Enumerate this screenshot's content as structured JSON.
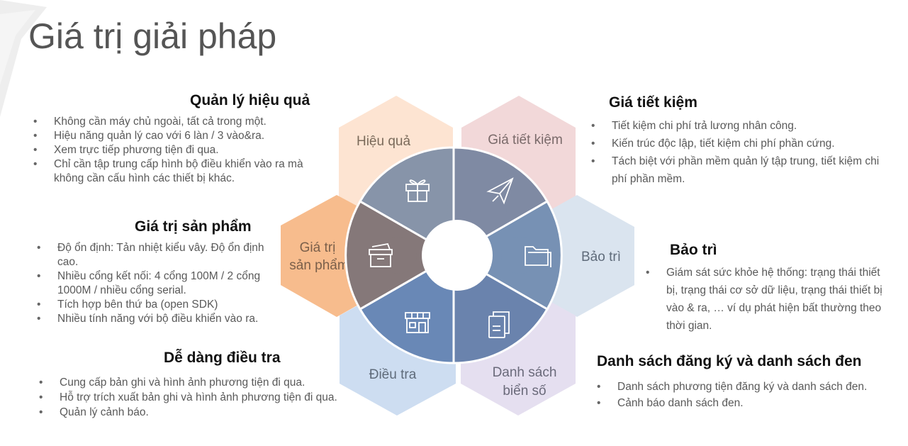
{
  "title": "Giá trị giải pháp",
  "colors": {
    "hex_efficiency": "#fde4d2",
    "hex_savings": "#f2d8d9",
    "hex_maintenance": "#dae4ef",
    "hex_registry": "#e5dff0",
    "hex_investigation": "#cdddf1",
    "hex_product": "#f7bc8d",
    "seg_efficiency": "#8794a9",
    "seg_savings": "#7f8aa3",
    "seg_maintenance": "#7791b4",
    "seg_registry": "#6a83ad",
    "seg_investigation": "#6988b6",
    "seg_product": "#857879"
  },
  "diagram": {
    "hex_efficiency": "Hiệu quả",
    "hex_savings": "Giá tiết kiệm",
    "hex_maintenance": "Bảo trì",
    "hex_registry": [
      "Danh sách",
      "biển số"
    ],
    "hex_investigation": "Điều tra",
    "hex_product": [
      "Giá trị",
      "sản phẩm"
    ]
  },
  "blocks": {
    "efficiency": {
      "heading": "Quản lý hiệu quả",
      "items": [
        "Không cần máy chủ ngoài, tất cả trong một.",
        "Hiệu năng quản lý cao với 6 làn / 3 vào&ra.",
        "Xem trực tiếp phương tiện đi qua.",
        "Chỉ cần tập trung cấp hình bộ điều khiển vào ra mà không cần cấu hình các thiết bị khác."
      ]
    },
    "savings": {
      "heading": "Giá tiết kiệm",
      "items": [
        "Tiết kiệm chi phí trả lương nhân công.",
        "Kiến trúc độc lập, tiết kiệm chi phí phần cứng.",
        "Tách biệt với phần mềm quản lý tập trung, tiết kiệm chi phí phần mềm."
      ]
    },
    "product": {
      "heading": "Giá trị sản phẩm",
      "items": [
        "Độ ổn định: Tản nhiệt kiểu vây. Độ ổn định cao.",
        "Nhiều cổng kết nối: 4 cổng 100M / 2 cổng 1000M / nhiều cổng serial.",
        "Tích hợp bên thứ ba (open SDK)",
        "Nhiều tính năng với bộ điều khiển vào ra."
      ]
    },
    "maintenance": {
      "heading": "Bảo trì",
      "items": [
        "Giám sát sức khỏe hệ thống: trạng thái thiết bị, trạng thái cơ sở dữ liệu, trạng thái thiết bị vào & ra, … ví dụ phát hiện bất thường theo thời gian."
      ]
    },
    "investigation": {
      "heading": "Dễ dàng điều tra",
      "items": [
        "Cung cấp bản ghi và hình ảnh phương tiện đi qua.",
        "Hỗ trợ trích xuất bản ghi và hình ảnh phương tiện đi qua.",
        "Quản lý cảnh báo."
      ]
    },
    "registry": {
      "heading": "Danh sách đăng ký và danh sách đen",
      "items": [
        "Danh sách phương tiện đăng ký và danh sách đen.",
        "Cảnh báo danh sách đen."
      ]
    }
  },
  "icons": {
    "seg_efficiency": "gift-icon",
    "seg_savings": "paper-plane-icon",
    "seg_maintenance": "folder-icon",
    "seg_registry": "documents-icon",
    "seg_investigation": "storefront-icon",
    "seg_product": "box-icon"
  }
}
